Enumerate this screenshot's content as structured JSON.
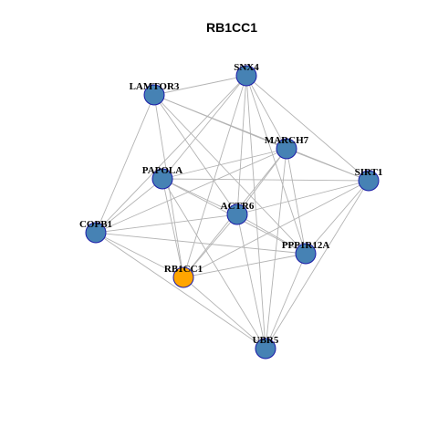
{
  "title": "RB1CC1",
  "colors": {
    "default_node": "#4682b4",
    "focus_node": "#ffa500",
    "node_border": "#1a1aa8",
    "edge": "#b3b3b3"
  },
  "nodes": [
    {
      "id": "SNX4",
      "label": "SNX4",
      "focus": false
    },
    {
      "id": "LAMTOR3",
      "label": "LAMTOR3",
      "focus": false
    },
    {
      "id": "MARCH7",
      "label": "MARCH7",
      "focus": false
    },
    {
      "id": "SIRT1",
      "label": "SIRT1",
      "focus": false
    },
    {
      "id": "PAPOLA",
      "label": "PAPOLA",
      "focus": false
    },
    {
      "id": "ACTR6",
      "label": "ACTR6",
      "focus": false
    },
    {
      "id": "COPB1",
      "label": "COPB1",
      "focus": false
    },
    {
      "id": "PPP1R12A",
      "label": "PPP1R12A",
      "focus": false
    },
    {
      "id": "RB1CC1",
      "label": "RB1CC1",
      "focus": true
    },
    {
      "id": "UBR5",
      "label": "UBR5",
      "focus": false
    }
  ],
  "edges": [
    [
      "SNX4",
      "LAMTOR3"
    ],
    [
      "SNX4",
      "MARCH7"
    ],
    [
      "SNX4",
      "SIRT1"
    ],
    [
      "SNX4",
      "PAPOLA"
    ],
    [
      "SNX4",
      "ACTR6"
    ],
    [
      "SNX4",
      "COPB1"
    ],
    [
      "SNX4",
      "PPP1R12A"
    ],
    [
      "SNX4",
      "RB1CC1"
    ],
    [
      "SNX4",
      "UBR5"
    ],
    [
      "LAMTOR3",
      "MARCH7"
    ],
    [
      "LAMTOR3",
      "SIRT1"
    ],
    [
      "LAMTOR3",
      "ACTR6"
    ],
    [
      "LAMTOR3",
      "COPB1"
    ],
    [
      "LAMTOR3",
      "RB1CC1"
    ],
    [
      "LAMTOR3",
      "PPP1R12A"
    ],
    [
      "MARCH7",
      "SIRT1"
    ],
    [
      "MARCH7",
      "PAPOLA"
    ],
    [
      "MARCH7",
      "ACTR6"
    ],
    [
      "MARCH7",
      "COPB1"
    ],
    [
      "MARCH7",
      "PPP1R12A"
    ],
    [
      "MARCH7",
      "RB1CC1"
    ],
    [
      "MARCH7",
      "UBR5"
    ],
    [
      "SIRT1",
      "PAPOLA"
    ],
    [
      "SIRT1",
      "ACTR6"
    ],
    [
      "SIRT1",
      "PPP1R12A"
    ],
    [
      "SIRT1",
      "RB1CC1"
    ],
    [
      "SIRT1",
      "UBR5"
    ],
    [
      "PAPOLA",
      "ACTR6"
    ],
    [
      "PAPOLA",
      "COPB1"
    ],
    [
      "PAPOLA",
      "PPP1R12A"
    ],
    [
      "PAPOLA",
      "RB1CC1"
    ],
    [
      "PAPOLA",
      "UBR5"
    ],
    [
      "ACTR6",
      "COPB1"
    ],
    [
      "ACTR6",
      "PPP1R12A"
    ],
    [
      "ACTR6",
      "RB1CC1"
    ],
    [
      "ACTR6",
      "UBR5"
    ],
    [
      "COPB1",
      "PPP1R12A"
    ],
    [
      "COPB1",
      "RB1CC1"
    ],
    [
      "COPB1",
      "UBR5"
    ],
    [
      "PPP1R12A",
      "RB1CC1"
    ],
    [
      "PPP1R12A",
      "UBR5"
    ],
    [
      "RB1CC1",
      "UBR5"
    ]
  ]
}
